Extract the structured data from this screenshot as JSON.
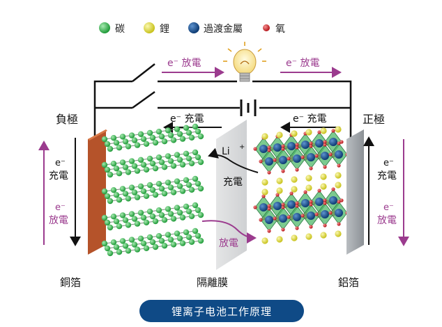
{
  "legend": [
    {
      "label": "碳",
      "color": "#2fb34a"
    },
    {
      "label": "鋰",
      "color": "#e3df2e"
    },
    {
      "label": "過渡金屬",
      "color": "#17508f"
    },
    {
      "label": "氧",
      "color": "#d9262b"
    }
  ],
  "top": {
    "discharge_left": "e⁻ 放電",
    "discharge_right": "e⁻ 放電",
    "charge_left": "e⁻ 充電",
    "charge_right": "e⁻ 充電"
  },
  "electrodes": {
    "negative": "負極",
    "positive": "正極",
    "copper_foil": "銅箔",
    "separator": "隔離膜",
    "aluminum_foil": "鋁箔"
  },
  "left_side": {
    "charge": "充電",
    "discharge": "放電",
    "e_charge": "e⁻",
    "e_discharge": "e⁻"
  },
  "right_side": {
    "charge": "充電",
    "discharge": "放電",
    "e_charge": "e⁻",
    "e_discharge": "e⁻"
  },
  "ion": {
    "label": "Li",
    "sup": "+",
    "charge": "充電",
    "discharge": "放電"
  },
  "caption": "锂离子电池工作原理",
  "colors": {
    "copper": "#b5532a",
    "aluminum": "#9ea3a8",
    "purple": "#9b3b8e",
    "navy": "#0f4a86"
  }
}
